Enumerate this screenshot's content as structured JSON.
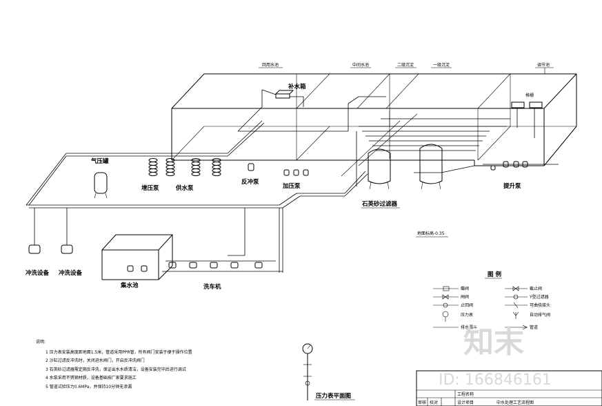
{
  "tank_labels": {
    "reuse_tank": "回用水池",
    "mid_tank": "中间水池",
    "secondary_settle": "二级沉淀",
    "primary_settle": "一级沉淀",
    "regulating_tank": "调节池"
  },
  "equipment_labels": {
    "makeup_tank": "补水箱",
    "pressure_tank": "气压罐",
    "booster_pump": "增压泵",
    "supply_pump": "供水泵",
    "backwash_pump": "反冲泵",
    "dosing_pump": "加压泵",
    "quartz_filter": "石英砂过滤器",
    "lift_pump": "提升泵",
    "grille": "格栅",
    "wash_device_a": "冲洗设备",
    "wash_device_b": "冲洗设备",
    "filter_tank": "集水池",
    "washer": "洗车机",
    "pressure_gauge_plan": "压力表平面图"
  },
  "elevation_note": "地面标高-0.35",
  "legend": {
    "title": "图  例",
    "left_items": [
      "蝶阀",
      "闸阀",
      "止回阀",
      "压力表",
      "排水漏斗"
    ],
    "right_items": [
      "截止阀",
      "Y型过滤器",
      "可曲挠接头",
      "自动排气阀",
      "管道"
    ]
  },
  "notes": {
    "title": "说明:",
    "items": [
      "1  压力表安装高度距地面1.5米，管道采用PPR管，所有阀门安装于便于操作位置",
      "2  沙缸过滤反冲洗时，关闭进水阀门，开启反冲洗阀门",
      "3  石英砂过滤器需定期反冲洗，保证出水水质清洁，设备安装完毕后进行调试",
      "4  水泵采用不锈钢材质，设备基础按厂家要求施工",
      "5  管道试验压力0.6MPa，并保持10分钟无渗漏"
    ]
  },
  "title_block": {
    "project_name": "工程名称",
    "drawing_label": "设计项目",
    "drawing_name": "中水处理工艺流程图",
    "row_a": "审核",
    "row_b": "校对"
  },
  "watermark": {
    "logo": "知末",
    "id_text": "ID: 166846161"
  }
}
